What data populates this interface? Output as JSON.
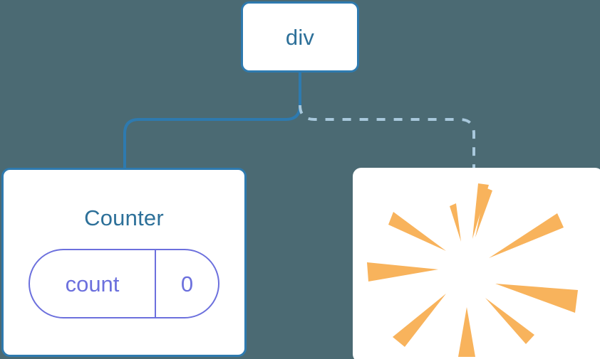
{
  "diagram": {
    "background_color": "#4b6a73",
    "node_fill": "#ffffff",
    "border_color": "#2e7aaf",
    "title_color": "#2d7099",
    "state_color": "#6c70dd",
    "solid_edge_color": "#2e7aaf",
    "dashed_edge_color": "#a8c8dc",
    "burst_color": "#f8b35c"
  },
  "nodes": {
    "root": {
      "label": "div"
    },
    "counter": {
      "label": "Counter",
      "state": {
        "key": "count",
        "value": "0"
      }
    },
    "burst": {
      "label": "burst-icon",
      "ray_count": 10
    }
  },
  "edges": [
    {
      "name": "edge-div-to-counter",
      "style": "solid",
      "from": "div",
      "to": "Counter",
      "color": "#2e7aaf"
    },
    {
      "name": "edge-div-to-burst",
      "style": "dashed",
      "from": "div",
      "to": "burst",
      "color": "#a8c8dc"
    }
  ],
  "chart_data": {
    "type": "diagram",
    "title": "",
    "nodes": [
      "div",
      "Counter",
      "burst"
    ],
    "links": [
      {
        "source": "div",
        "target": "Counter",
        "style": "solid"
      },
      {
        "source": "div",
        "target": "burst",
        "style": "dashed"
      }
    ]
  }
}
